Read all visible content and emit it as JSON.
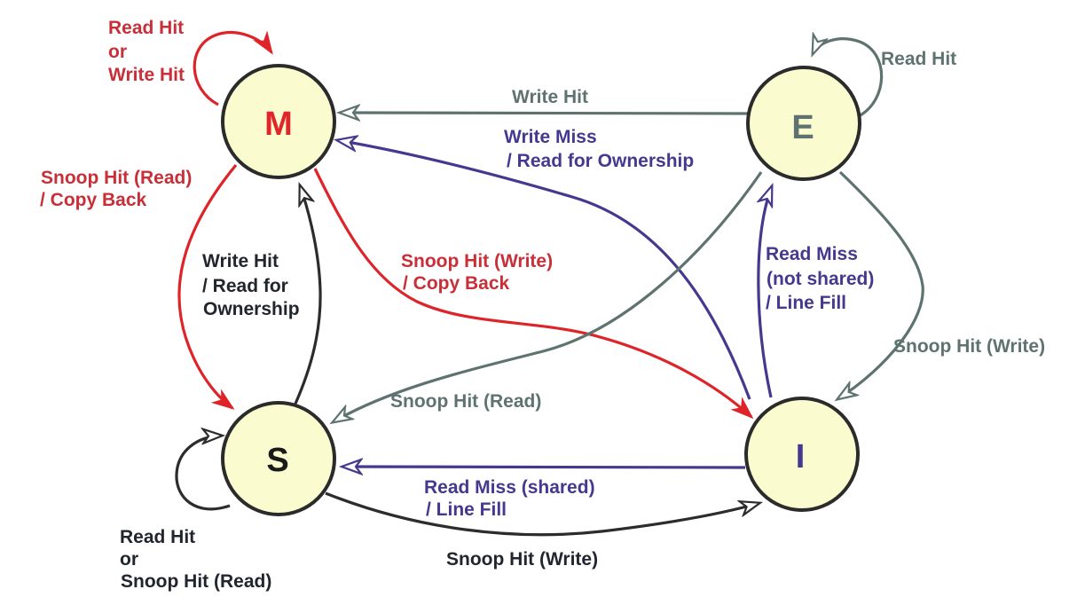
{
  "diagram": {
    "colors": {
      "red": "#de2429",
      "red_text": "#c82f38",
      "gray": "#5e7370",
      "purple": "#44398f",
      "black": "#2c2c2c",
      "black_text": "#21252e",
      "node_fill": "#fbfbd0",
      "node_border": "#2b2b2b"
    },
    "states": [
      {
        "id": "M",
        "label": "M",
        "color": "#e1252b"
      },
      {
        "id": "E",
        "label": "E",
        "color": "#5e7370"
      },
      {
        "id": "S",
        "label": "S",
        "color": "#1a1a1a"
      },
      {
        "id": "I",
        "label": "I",
        "color": "#44398f"
      }
    ],
    "transitions": [
      {
        "from": "M",
        "to": "M",
        "color": "red",
        "lines": [
          "Read Hit",
          "or",
          "Write Hit"
        ]
      },
      {
        "from": "E",
        "to": "E",
        "color": "gray",
        "lines": [
          "Read Hit"
        ]
      },
      {
        "from": "E",
        "to": "M",
        "color": "gray",
        "lines": [
          "Write Hit"
        ]
      },
      {
        "from": "I",
        "to": "M",
        "color": "purple",
        "lines": [
          "Write Miss",
          "/ Read for Ownership"
        ]
      },
      {
        "from": "M",
        "to": "S",
        "color": "red",
        "lines": [
          "Snoop Hit (Read)",
          "/ Copy Back"
        ]
      },
      {
        "from": "S",
        "to": "M",
        "color": "black",
        "lines": [
          "Write Hit",
          "/ Read for",
          "Ownership"
        ]
      },
      {
        "from": "M",
        "to": "I",
        "color": "red",
        "lines": [
          "Snoop Hit (Write)",
          "/ Copy Back"
        ]
      },
      {
        "from": "E",
        "to": "S",
        "color": "gray",
        "lines": [
          "Snoop Hit (Read)"
        ]
      },
      {
        "from": "I",
        "to": "E",
        "color": "purple",
        "lines": [
          "Read Miss",
          "(not shared)",
          "/ Line Fill"
        ]
      },
      {
        "from": "E",
        "to": "I",
        "color": "gray",
        "lines": [
          "Snoop Hit (Write)"
        ]
      },
      {
        "from": "I",
        "to": "S",
        "color": "purple",
        "lines": [
          "Read Miss (shared)",
          "/ Line Fill"
        ]
      },
      {
        "from": "S",
        "to": "I",
        "color": "black",
        "lines": [
          "Snoop Hit (Write)"
        ]
      },
      {
        "from": "S",
        "to": "S",
        "color": "black",
        "lines": [
          "Read Hit",
          "or",
          "Snoop Hit (Read)"
        ]
      }
    ]
  }
}
